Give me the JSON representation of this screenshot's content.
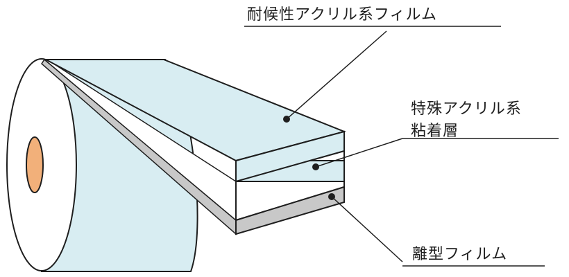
{
  "labels": {
    "top_film": "耐候性アクリル系フィルム",
    "adhesive_line1": "特殊アクリル系",
    "adhesive_line2": "粘着層",
    "release_film": "離型フィルム"
  },
  "colors": {
    "film_blue": "#d8edf2",
    "adhesive_white": "#ffffff",
    "release_gray": "#c8c8c8",
    "core_orange": "#f2b07a",
    "outline": "#1e1e1e"
  }
}
